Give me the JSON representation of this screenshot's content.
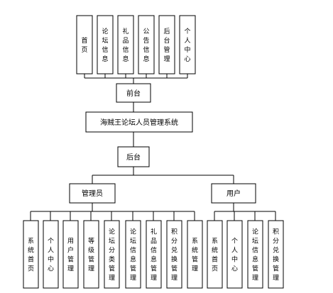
{
  "front_modules": [
    "首页",
    "论坛信息",
    "礼品信息",
    "公告信息",
    "后台管理",
    "个人中心"
  ],
  "front_label": "前台",
  "system_title": "海贼王论坛人员管理系统",
  "back_label": "后台",
  "admin_label": "管理员",
  "user_label": "用户",
  "admin_modules": [
    "系统首页",
    "个人中心",
    "用户管理",
    "等级管理",
    "论坛分类管理",
    "论坛信息管理",
    "礼品信息管理",
    "积分兑换管理",
    "系统管理"
  ],
  "user_modules": [
    "系统首页",
    "个人中心",
    "论坛信息管理",
    "积分兑换管理"
  ]
}
